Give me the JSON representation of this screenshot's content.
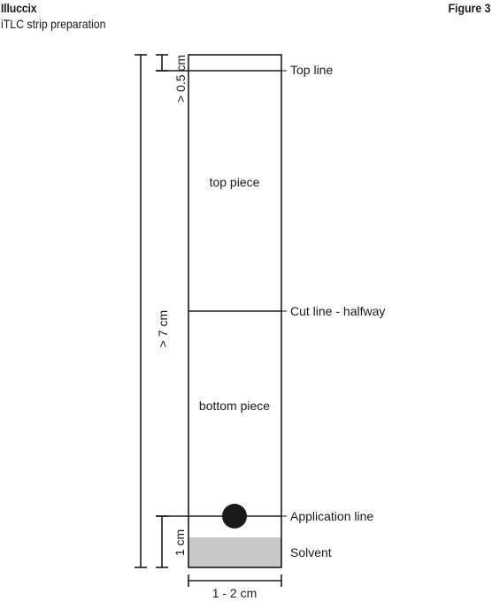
{
  "header": {
    "title": "Illuccix",
    "subtitle": "iTLC strip preparation",
    "figure_label": "Figure 3"
  },
  "strip": {
    "top_piece_label": "top piece",
    "bottom_piece_label": "bottom piece",
    "solvent_color": "#c8c8c8",
    "spot_color": "#1a1a1a"
  },
  "lines": {
    "top_line": "Top line",
    "cut_line": "Cut line - halfway",
    "application_line": "Application line",
    "solvent": "Solvent"
  },
  "dimensions": {
    "top_margin": "> 0.5 cm",
    "total_length": "> 7 cm",
    "bottom_margin": "1 cm",
    "width": "1 - 2 cm"
  }
}
